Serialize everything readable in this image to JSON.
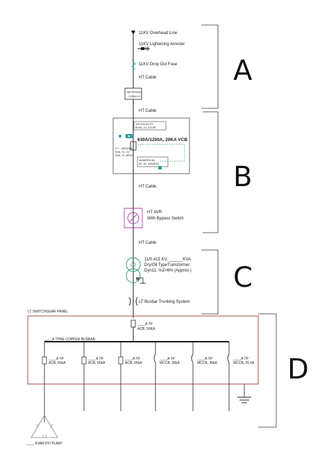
{
  "sections": {
    "a": "A",
    "b": "B",
    "c": "C",
    "d": "D"
  },
  "labels": {
    "overhead_line": "11KV Overhead Line",
    "lightening_arrester": "11KV Lightening Arrester",
    "drop_out_fuse": "11KV Drop Out Fuse",
    "ht_cable_1": "HT Cable",
    "metering_cubicle": "METERING",
    "metering_cubicle_2": "CUBICLE",
    "ht_cable_2": "HT Cable",
    "cable_pt": "11KV/110V PT",
    "cable_pt_2": "50VA, CL 0.2/3P",
    "vcb": "630A/1250A, 20KA VCB",
    "ct_1": "CT : 400/5/5A",
    "ct_2": "5VA, CL 0.2",
    "ct_3": "5VA, CL 5P20",
    "numerical_relay": "NUMERICAL",
    "numerical_relay_2": "50, 51, 50N/51N",
    "ht_cable_3": "HT Cable",
    "ht_avr": "HT AVR",
    "ht_avr_2": "With Bypass Switch",
    "ht_cable_4": "HT Cable",
    "transformer_1": "11/0.415 KV, ______KVA",
    "transformer_2": "Dry/Oil TypeTransformer",
    "transformer_3": "Dyn11, %Z=6% (Approx.)",
    "transformer_neutral": "N",
    "busbar_trunking": "LT Busbar Trunking System",
    "lt_switchgear_panel": "LT SWITCHGEAR PANEL",
    "incomer_1": "____A TP",
    "incomer_2": "ACB, 50KA",
    "copper_busbar": "____A TPNE COPPER BUSBAR",
    "kvar_pfi": "____ KVAR PFI PLANT"
  },
  "feeders": [
    {
      "rating": "____A TP",
      "device": "ACB, 65kA"
    },
    {
      "rating": "____A TP",
      "device": "ACB, 65kA"
    },
    {
      "rating": "____A TP",
      "device": "ACB, 65kA"
    },
    {
      "rating": "____A TP",
      "device": "MCCB, 36kA"
    },
    {
      "rating": "____A TP",
      "device": "MCCB, 36kA"
    },
    {
      "rating": "____A TP",
      "device": "MCCB, 25 kA"
    }
  ],
  "colors": {
    "line": "#1a1a1a",
    "panel_border": "#b04a4a",
    "bracket": "#333333",
    "section_b_box": "#444444",
    "equipment_teal": "#2aa198",
    "avr_magenta": "#b03aa8",
    "transformer_green": "#2c9a7a",
    "fuse_cyan": "#2ab3c8"
  }
}
